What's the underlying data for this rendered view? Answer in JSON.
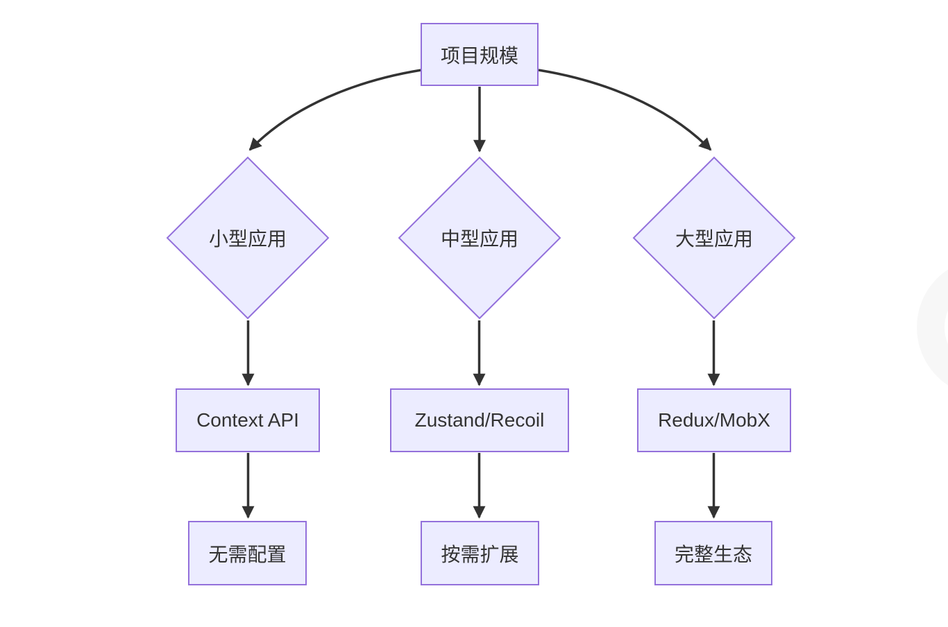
{
  "diagram": {
    "type": "flowchart",
    "root": {
      "label": "项目规模"
    },
    "branches": [
      {
        "decision": "小型应用",
        "recommendation": "Context API",
        "benefit": "无需配置"
      },
      {
        "decision": "中型应用",
        "recommendation": "Zustand/Recoil",
        "benefit": "按需扩展"
      },
      {
        "decision": "大型应用",
        "recommendation": "Redux/MobX",
        "benefit": "完整生态"
      }
    ],
    "colors": {
      "node_fill": "#ECECFF",
      "node_border": "#9370DB",
      "edge": "#333333",
      "text": "#333333",
      "background": "#ffffff"
    }
  }
}
